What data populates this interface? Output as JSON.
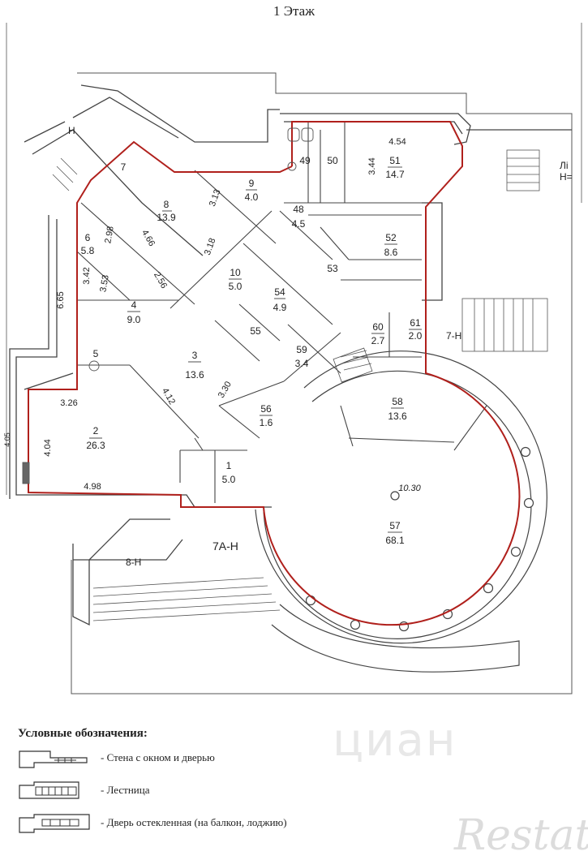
{
  "title": "1 Этаж",
  "rooms": [
    {
      "id": "room-1",
      "num": "1",
      "area": "5.0"
    },
    {
      "id": "room-2",
      "num": "2",
      "area": "26.3"
    },
    {
      "id": "room-3",
      "num": "3",
      "area": "13.6"
    },
    {
      "id": "room-4",
      "num": "4",
      "area": "9.0"
    },
    {
      "id": "room-5",
      "num": "5",
      "area": ""
    },
    {
      "id": "room-6",
      "num": "6",
      "area": "5.8"
    },
    {
      "id": "room-7",
      "num": "7",
      "area": ""
    },
    {
      "id": "room-8",
      "num": "8",
      "area": "13.9"
    },
    {
      "id": "room-9",
      "num": "9",
      "area": "4.0"
    },
    {
      "id": "room-10",
      "num": "10",
      "area": "5.0"
    },
    {
      "id": "room-48",
      "num": "48",
      "area": "4.5"
    },
    {
      "id": "room-49",
      "num": "49",
      "area": ""
    },
    {
      "id": "room-50",
      "num": "50",
      "area": ""
    },
    {
      "id": "room-51",
      "num": "51",
      "area": "14.7"
    },
    {
      "id": "room-52",
      "num": "52",
      "area": "8.6"
    },
    {
      "id": "room-53",
      "num": "53",
      "area": ""
    },
    {
      "id": "room-54",
      "num": "54",
      "area": "4.9"
    },
    {
      "id": "room-55",
      "num": "55",
      "area": ""
    },
    {
      "id": "room-56",
      "num": "56",
      "area": "1.6"
    },
    {
      "id": "room-57",
      "num": "57",
      "area": "68.1"
    },
    {
      "id": "room-58",
      "num": "58",
      "area": "13.6"
    },
    {
      "id": "room-59",
      "num": "59",
      "area": "3.4"
    },
    {
      "id": "room-60",
      "num": "60",
      "area": "2.7"
    },
    {
      "id": "room-61",
      "num": "61",
      "area": "2.0"
    }
  ],
  "dimensions": [
    "4.54",
    "3.44",
    "3.13",
    "3.18",
    "4.66",
    "2.98",
    "3.42",
    "3.53",
    "2.56",
    "4.12",
    "3.30",
    "3.26",
    "4.04",
    "4.98",
    "6.65",
    "10.30",
    "4.05"
  ],
  "stair_labels": [
    "7А-Н",
    "7-Н",
    "8-Н",
    "Н",
    "Лі",
    "Н="
  ],
  "legend": {
    "title": "Условные обозначения:",
    "items": [
      "- Стена с окном и дверью",
      "- Лестница",
      "- Дверь остекленная (на балкон, лоджию)"
    ]
  },
  "watermarks": [
    "циан",
    "Restate"
  ],
  "colors": {
    "outline": "#b0201c",
    "wall": "#444444",
    "paper": "#ffffff"
  }
}
